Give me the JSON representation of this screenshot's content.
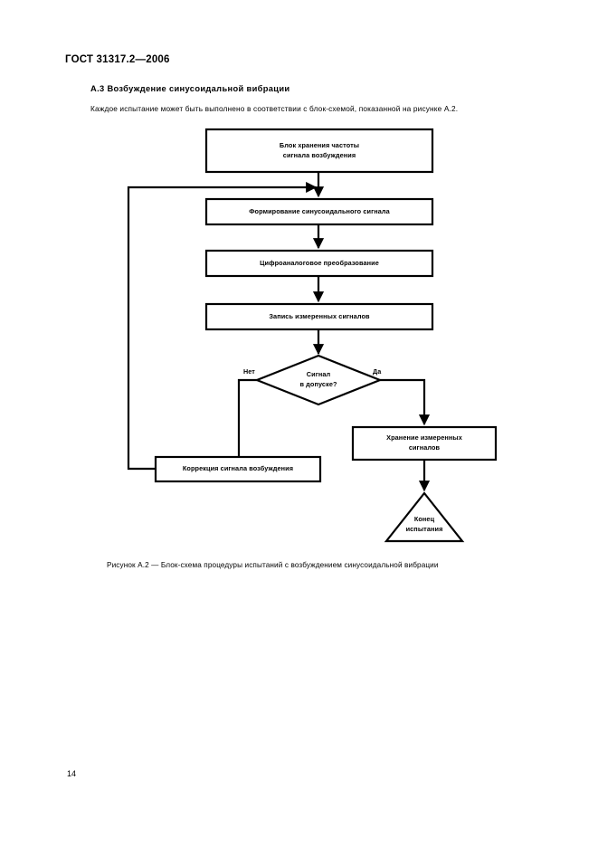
{
  "document": {
    "header": "ГОСТ 31317.2—2006",
    "page_number": "14",
    "section": {
      "heading": "А.3  Возбуждение синусоидальной вибрации",
      "paragraph": "Каждое испытание может быть выполнено в соответствии с блок-схемой, показанной на рисунке А.2."
    },
    "figure": {
      "caption": "Рисунок А.2 —  Блок-схема процедуры испытаний с возбуждением синусоидальной вибрации"
    }
  },
  "flowchart": {
    "nodes": [
      {
        "id": "storage-frequency",
        "shape": "rect",
        "label": "Блок хранения частоты\nсигнала возбуждения"
      },
      {
        "id": "generate-signal",
        "shape": "rect",
        "label": "Формирование синусоидального сигнала"
      },
      {
        "id": "dac-conversion",
        "shape": "rect",
        "label": "Цифроаналоговое преобразование"
      },
      {
        "id": "record-signals",
        "shape": "rect",
        "label": "Запись измеренных сигналов"
      },
      {
        "id": "tolerance-check",
        "shape": "diamond",
        "label": "Сигнал\nв допуске?"
      },
      {
        "id": "store-measured",
        "shape": "rect",
        "label": "Хранение измеренных\nсигналов"
      },
      {
        "id": "correct-signal",
        "shape": "rect",
        "label": "Коррекция сигнала возбуждения"
      },
      {
        "id": "end-test",
        "shape": "triangle",
        "label": "Конец\nиспытания"
      }
    ],
    "edge_labels": {
      "no": "Нет",
      "yes": "Да"
    },
    "colors": {
      "stroke": "#000000",
      "fill": "#ffffff",
      "text": "#000000"
    }
  }
}
